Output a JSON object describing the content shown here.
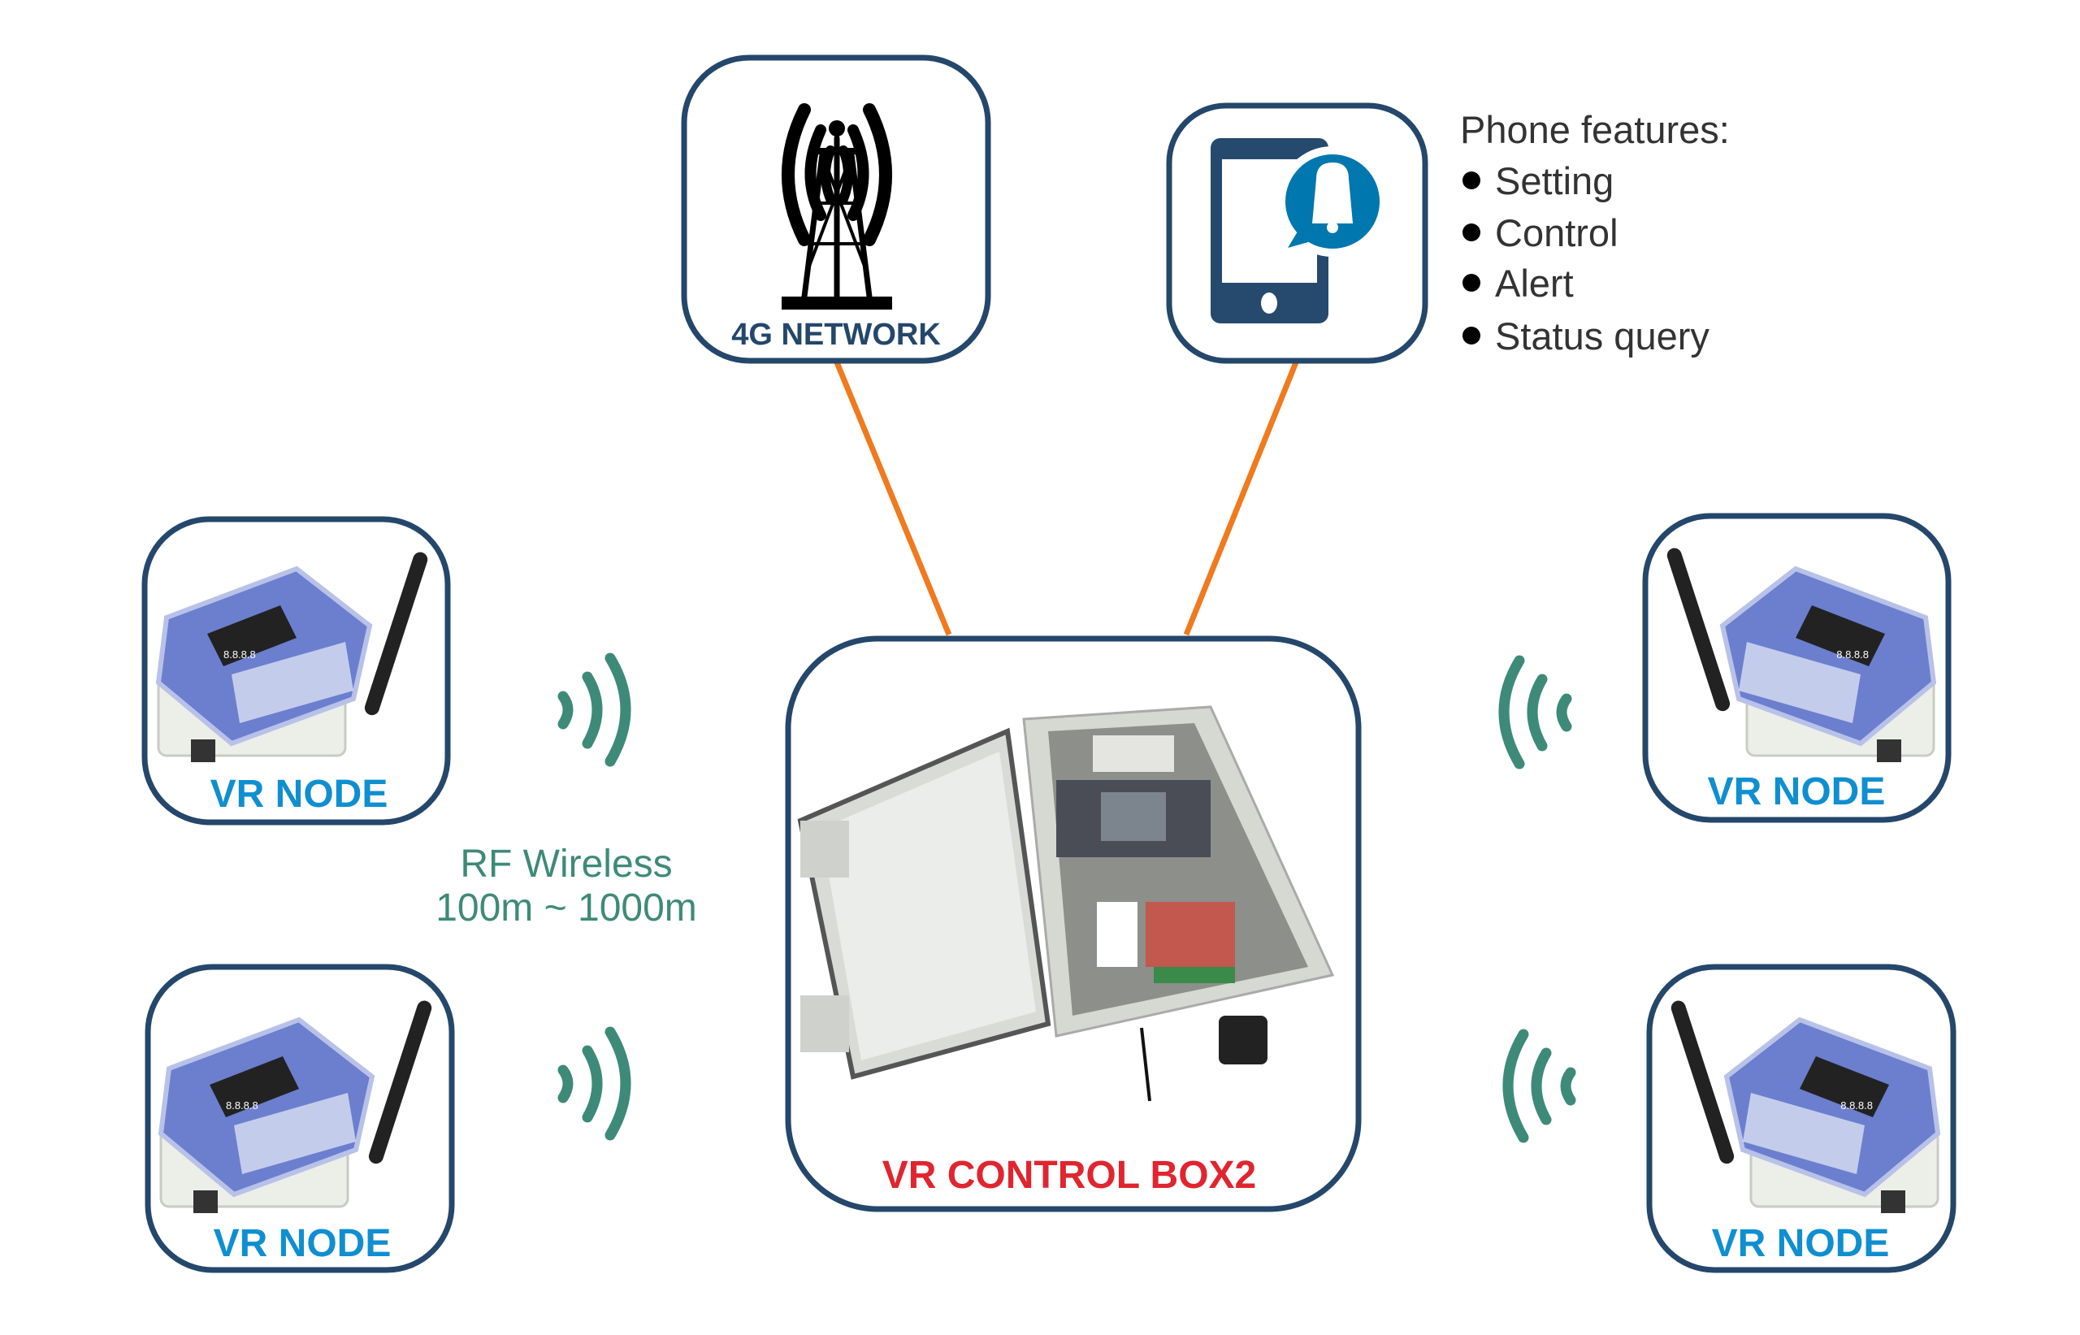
{
  "colors": {
    "box_border": "#24476b",
    "node_label": "#0f8fd0",
    "control_label": "#e0252f",
    "link_line": "#f07a1e",
    "wireless": "#3e8a78",
    "network_label": "#24476b",
    "phone": "#264a6e",
    "bell": "#0077ae"
  },
  "network": {
    "label": "4G NETWORK",
    "icon": "cell-tower-icon"
  },
  "phone": {
    "icon": "phone-notification-icon",
    "features_title": "Phone features:",
    "features": [
      "Setting",
      "Control",
      "Alert",
      "Status query"
    ]
  },
  "control_box": {
    "label": "VR CONTROL BOX2"
  },
  "nodes": [
    {
      "label": "VR NODE"
    },
    {
      "label": "VR NODE"
    },
    {
      "label": "VR NODE"
    },
    {
      "label": "VR NODE"
    }
  ],
  "wireless": {
    "line1": "RF Wireless",
    "line2": "100m ~ 1000m",
    "icon": "wireless-signal-icon"
  }
}
